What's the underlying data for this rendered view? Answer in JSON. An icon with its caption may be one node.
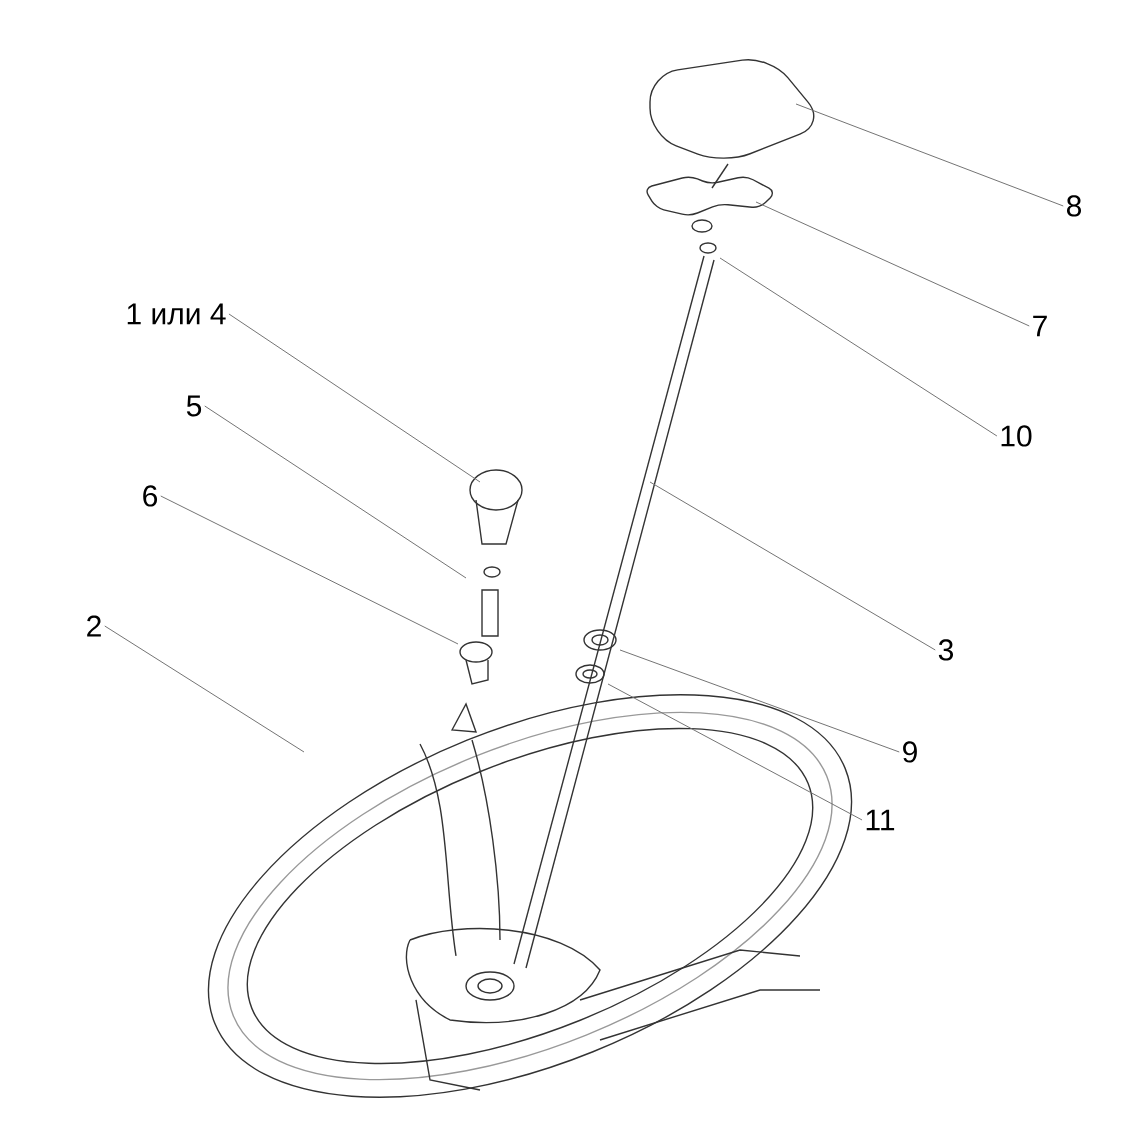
{
  "diagram": {
    "nodes": [
      {
        "text": [
          "1 или 4"
        ]
      },
      {
        "text": [
          "5"
        ]
      },
      {
        "text": [
          "6"
        ]
      },
      {
        "text": [
          "2"
        ]
      },
      {
        "text": [
          "8"
        ]
      },
      {
        "text": [
          "7"
        ]
      },
      {
        "text": [
          "10"
        ]
      },
      {
        "text": [
          "3"
        ]
      },
      {
        "text": [
          "9"
        ]
      },
      {
        "text": [
          "11"
        ]
      }
    ],
    "edges": [
      {
        "from": 0,
        "to": null,
        "arrow": "none"
      },
      {
        "from": 1,
        "to": null,
        "arrow": "none"
      },
      {
        "from": 2,
        "to": null,
        "arrow": "none"
      },
      {
        "from": 3,
        "to": null,
        "arrow": "none"
      },
      {
        "from": 4,
        "to": null,
        "arrow": "none"
      },
      {
        "from": 5,
        "to": null,
        "arrow": "none"
      },
      {
        "from": 6,
        "to": null,
        "arrow": "none"
      },
      {
        "from": 7,
        "to": null,
        "arrow": "none"
      },
      {
        "from": 8,
        "to": null,
        "arrow": "none"
      },
      {
        "from": 9,
        "to": null,
        "arrow": "none"
      }
    ]
  }
}
